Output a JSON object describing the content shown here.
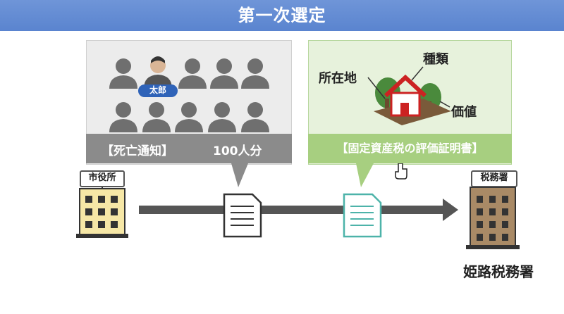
{
  "title": "第一次選定",
  "people_panel": {
    "highlight_name": "太郎",
    "caption_left": "【死亡通知】",
    "caption_right": "100人分"
  },
  "property_panel": {
    "labels": {
      "type": "種類",
      "location": "所在地",
      "value": "価値"
    },
    "caption": "【固定資産税の評価証明書】"
  },
  "city_hall": {
    "label": "市役所"
  },
  "tax_office": {
    "label": "税務署",
    "name": "姫路税務署"
  },
  "icons": [
    "person-icon",
    "house-icon",
    "tree-icon",
    "document-icon",
    "building-icon",
    "arrow-icon",
    "hand-cursor-icon"
  ],
  "colors": {
    "header": "#5a84cf",
    "people_caption": "#8b8b8b",
    "property_caption": "#a7cf80",
    "city_hall_building": "#f6e7a6",
    "tax_office_building": "#a98a66",
    "arrow": "#555555",
    "doc_green": "#4db3a9"
  }
}
